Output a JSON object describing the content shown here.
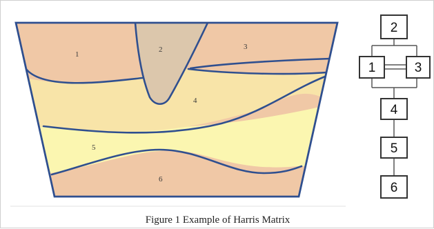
{
  "diagram": {
    "layers": [
      {
        "id": "1",
        "label": "1"
      },
      {
        "id": "2",
        "label": "2"
      },
      {
        "id": "3",
        "label": "3"
      },
      {
        "id": "4",
        "label": "4"
      },
      {
        "id": "5",
        "label": "5"
      },
      {
        "id": "6",
        "label": "6"
      }
    ],
    "matrix": {
      "nodes": [
        "2",
        "1",
        "3",
        "4",
        "5",
        "6"
      ]
    },
    "colors": {
      "layer_1_3_6": "#f0c8a6",
      "layer_2": "#dcc7ac",
      "layer_4": "#f8e4a8",
      "layer_5": "#fbf6b0",
      "outline": "#2f4f8f"
    }
  },
  "caption": "Figure 1 Example of Harris Matrix"
}
